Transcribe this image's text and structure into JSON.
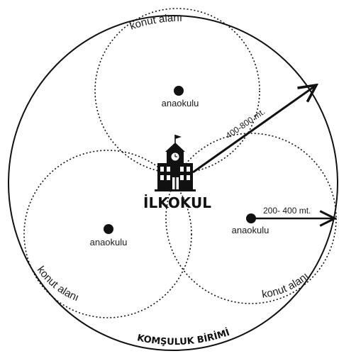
{
  "diagram": {
    "outer_label": "KOMŞULUK BİRİMİ",
    "center_label": "İLKOKUL",
    "top_circle": {
      "area_label": "konut alanı",
      "point_label": "anaokulu"
    },
    "left_circle": {
      "area_label": "konut alanı",
      "point_label": "anaokulu"
    },
    "right_circle": {
      "area_label": "konut alanı",
      "point_label": "anaokulu"
    },
    "large_radius_label": "400-800 mt.",
    "small_radius_label": "200- 400 mt.",
    "icons": {
      "center": "school-building-icon"
    },
    "colors": {
      "ink": "#111111",
      "background": "#ffffff"
    }
  }
}
